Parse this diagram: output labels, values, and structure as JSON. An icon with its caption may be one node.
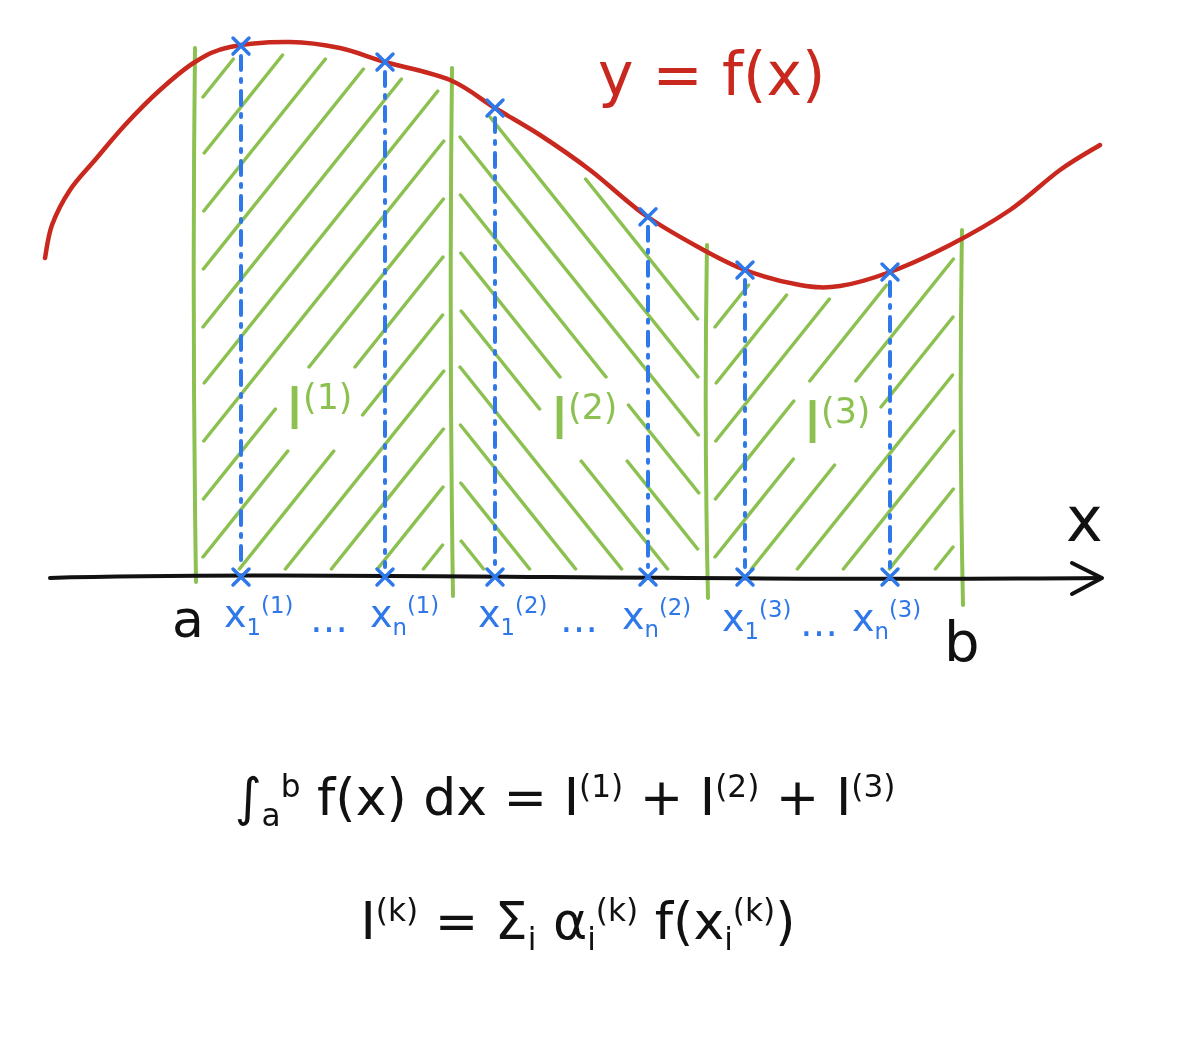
{
  "diagram": {
    "nodes": [
      {
        "text": [],
        "shape": "cross"
      },
      {
        "text": [],
        "shape": "cross"
      },
      {
        "text": [],
        "shape": "cross"
      },
      {
        "text": [],
        "shape": "cross"
      },
      {
        "text": [],
        "shape": "cross"
      },
      {
        "text": [],
        "shape": "cross"
      },
      {
        "text": [],
        "shape": "cross"
      },
      {
        "text": [],
        "shape": "cross"
      },
      {
        "text": [],
        "shape": "cross"
      },
      {
        "text": [],
        "shape": "cross"
      },
      {
        "text": [],
        "shape": "cross"
      },
      {
        "text": [],
        "shape": "cross"
      }
    ],
    "edges": [
      {
        "from": 0,
        "to": 6,
        "arrow": "none",
        "style": "dashed"
      },
      {
        "from": 1,
        "to": 7,
        "arrow": "none",
        "style": "dashed"
      },
      {
        "from": 2,
        "to": 8,
        "arrow": "none",
        "style": "dashed"
      },
      {
        "from": 3,
        "to": 9,
        "arrow": "none",
        "style": "dashed"
      },
      {
        "from": 4,
        "to": 10,
        "arrow": "none",
        "style": "dashed"
      },
      {
        "from": 5,
        "to": 11,
        "arrow": "none",
        "style": "dashed"
      }
    ],
    "labels": [
      "y = f(x)",
      "I$^{(1)}$",
      "I$^{(2)}$",
      "I$^{(3)}$",
      "x",
      "a",
      "x$_{1}$$^{(1)}$",
      "…",
      "x$_{n}$$^{(1)}$",
      "x$_{1}$$^{(2)}$",
      "…",
      "x$_{n}$$^{(2)}$",
      "x$_{1}$$^{(3)}$",
      "…",
      "x$_{n}$$^{(3)}$",
      "b",
      "∫$_{a}$$^{b}$ f(x) dx = I$^{(1)}$ + I$^{(2)}$ + I$^{(3)}$",
      "I$^{(k)}$ = Σ$_{i}$ α$_{i}$$^{(k)}$ f(x$_{i}$$^{(k)}$)"
    ]
  }
}
